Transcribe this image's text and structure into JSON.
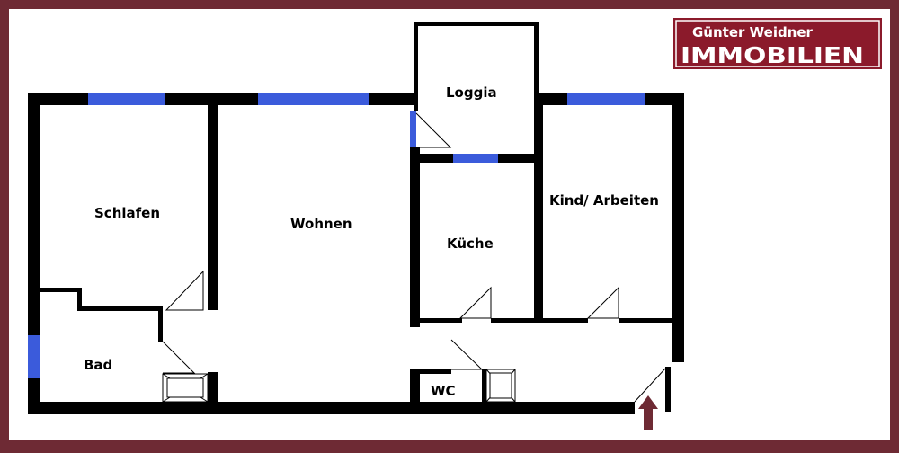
{
  "logo": {
    "line1": "Günter Weidner",
    "line2": "IMMOBILIEN"
  },
  "rooms": {
    "schlafen": "Schlafen",
    "wohnen": "Wohnen",
    "loggia": "Loggia",
    "kueche": "Küche",
    "kind": "Kind/ Arbeiten",
    "bad": "Bad",
    "wc": "WC"
  },
  "colors": {
    "frame": "#6e2a34",
    "wall": "#000000",
    "window": "#3b5bdb",
    "logo_bg": "#8b1a2b",
    "arrow": "#6e2a34"
  }
}
